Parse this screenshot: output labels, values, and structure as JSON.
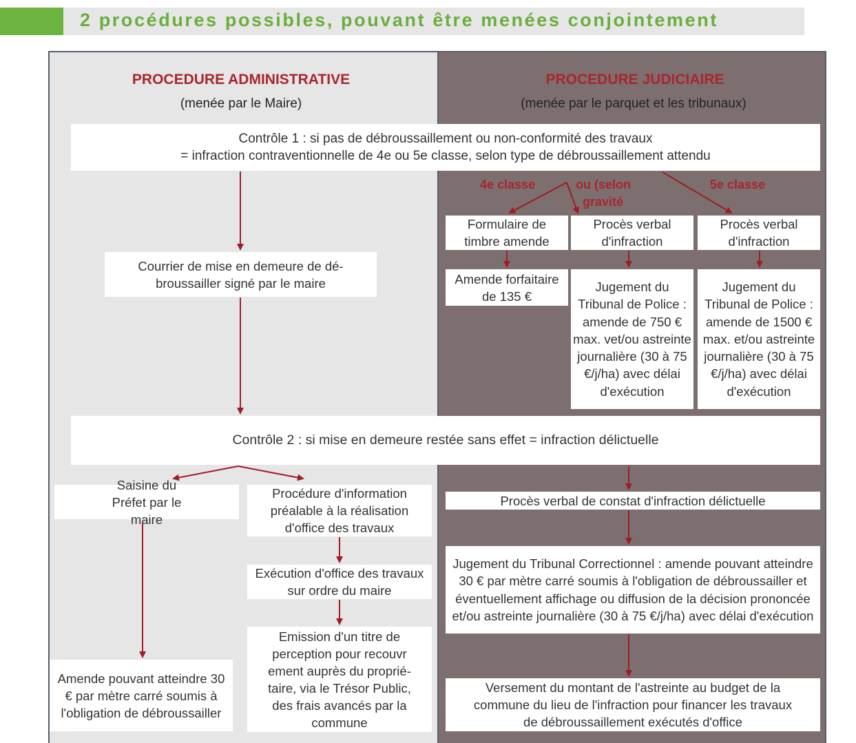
{
  "header": {
    "title": "2 procédures possibles, pouvant être menées conjointement"
  },
  "admin": {
    "title": "PROCEDURE ADMINISTRATIVE",
    "subtitle": "(menée par le Maire)"
  },
  "judicial": {
    "title": "PROCEDURE JUDICIAIRE",
    "subtitle": "(menée par le parquet et les tribunaux)"
  },
  "control1": {
    "line1": "Contrôle 1 : si pas de débroussaillement ou non-conformité des travaux",
    "line2": "= infraction contraventionnelle de 4e ou 5e classe, selon type de débroussaillement attendu"
  },
  "labels": {
    "class4": "4e classe",
    "or_gravity_1": "ou (selon",
    "or_gravity_2": "gravité",
    "class5": "5e classe"
  },
  "admin_steps": {
    "courrier": "Courrier de mise en demeure de dé- broussailler signé par le maire",
    "saisine": "Saisine du Préfet par le maire",
    "amende_prefet": "Amende pouvant atteindre 30 € par mètre carré soumis à l'obligation de débroussailler",
    "procedure_info": "Procédure d'information préalable à la réalisation d'office des travaux",
    "execution": "Exécution d'office des travaux sur ordre du maire",
    "emission": "Emission d'un titre de perception pour recouvr ement auprès du proprié- taire, via le Trésor Public, des frais avancés par la commune"
  },
  "judicial_steps": {
    "formulaire": "Formulaire de timbre amende",
    "pv1": "Procès verbal d'infraction",
    "pv2": "Procès verbal d'infraction",
    "amende_forfaitaire": "Amende forfaitaire de 135 €",
    "jugement1": "Jugement du Tribunal de Police : amende de 750 € max. vet/ou astreinte journalière (30 à 75 €/j/ha) avec délai d'exécution",
    "jugement2": "Jugement du Tribunal de Police : amende de 1500 € max. et/ou astreinte journalière (30 à 75 €/j/ha) avec délai d'exécution",
    "pv_delictuelle": "Procès verbal de constat d'infraction délictuelle",
    "jugement_correctionnel": "Jugement du Tribunal Correctionnel : amende pouvant atteindre 30 € par mètre carré soumis à l'obligation de débroussailler et éventuellement affichage ou diffusion de la décision prononcée et/ou astreinte journalière (30 à 75 €/j/ha) avec délai d'exécution",
    "versement": "Versement du montant de l'astreinte au budget de la commune du lieu de l'infraction pour financer les travaux de débroussaillement exécutés d'office"
  },
  "control2": {
    "text": "Contrôle 2 : si mise en demeure restée sans effet = infraction délictuelle"
  },
  "colors": {
    "accent_green": "#6aaf3d",
    "title_red": "#a8262e",
    "arrow": "#a01c24",
    "judicial_bg": "#7d6f6f",
    "admin_bg": "#e6e6e6"
  }
}
